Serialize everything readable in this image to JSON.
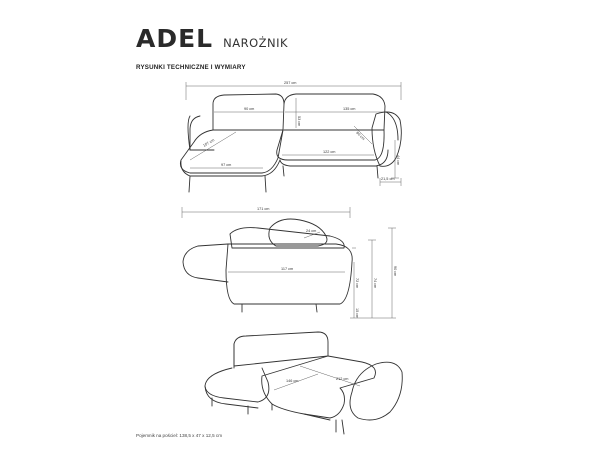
{
  "header": {
    "title": "ADEL",
    "subtitle": "NAROŻNIK"
  },
  "section_title": "RYSUNKI TECHNICZNE I WYMIARY",
  "dimensions": {
    "total_width": "257 cm",
    "seat_left_width": "90 cm",
    "seat_right_width": "135 cm",
    "back_height": "53 cm",
    "chaise_depth": "107 cm",
    "armrest_offset": "80 cm",
    "seat_depth_right": "122 cm",
    "leg_height": "44 cm",
    "chaise_width": "97 cm",
    "arm_width": "21,5 cm",
    "side_depth": "171 cm",
    "pillow_depth": "24 cm",
    "seat_length_side": "117 cm",
    "seat_height": "72 cm",
    "back_height_side": "74 cm",
    "total_height": "90 cm",
    "leg_height_side": "15 cm",
    "bed_width": "146 cm",
    "bed_length": "212 cm"
  },
  "footnote": "Pojemnik na pościel: 138,5 x 47 x 12,5 cm"
}
